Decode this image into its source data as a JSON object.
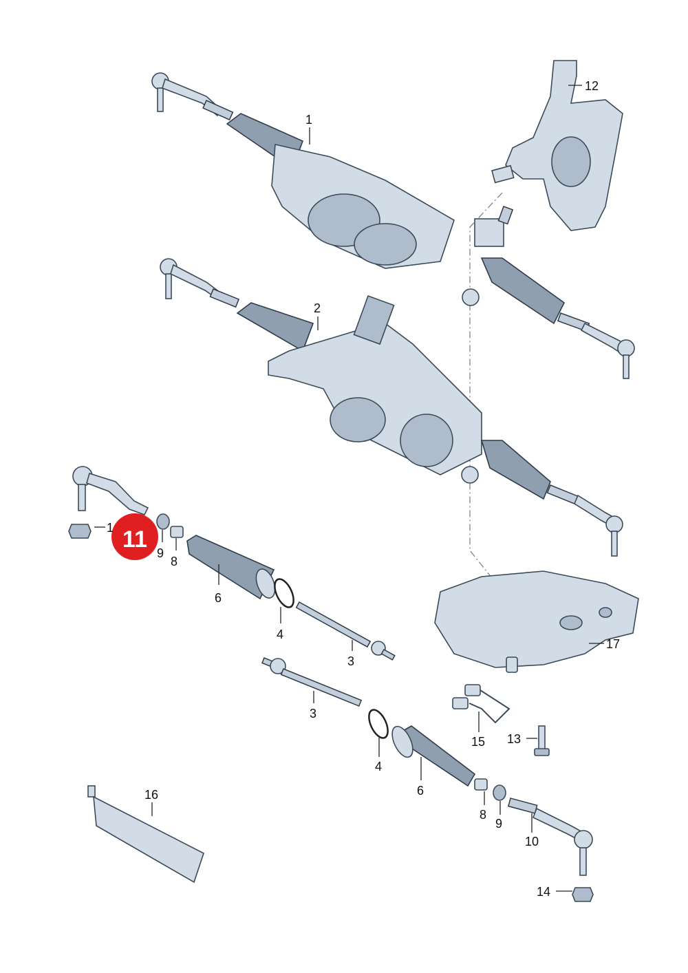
{
  "labels": {
    "l1": "1",
    "l2": "2",
    "l3a": "3",
    "l3b": "3",
    "l4a": "4",
    "l4b": "4",
    "l6a": "6",
    "l6b": "6",
    "l8a": "8",
    "l8b": "8",
    "l9a": "9",
    "l9b": "9",
    "l10": "10",
    "l12": "12",
    "l13": "13",
    "l14": "14",
    "l15": "15",
    "l16": "16",
    "l17": "17",
    "l1_partial": "1"
  },
  "highlight": {
    "number": "11",
    "color": "#e02020"
  },
  "colors": {
    "part_fill": "#d2dce6",
    "outline": "#3b4a58"
  }
}
